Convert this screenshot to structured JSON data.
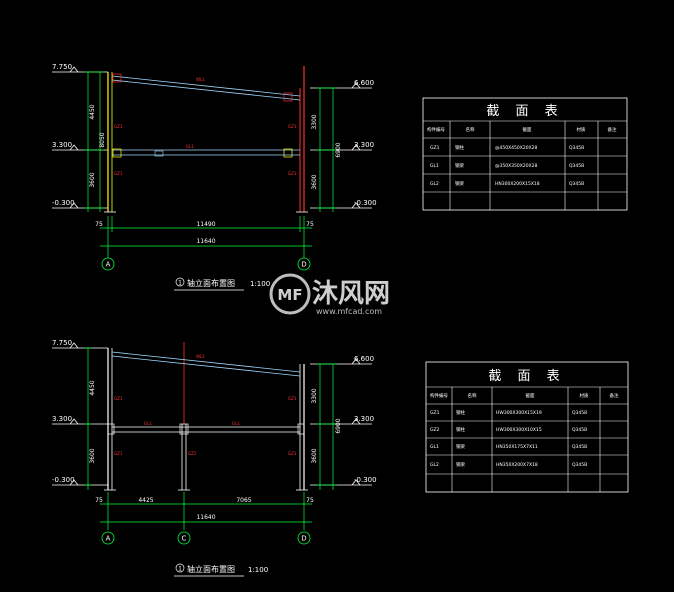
{
  "drawing1": {
    "elevations_left": [
      "7.750",
      "3.300",
      "-0.300"
    ],
    "elevations_right": [
      "6.600",
      "3.300",
      "-0.300"
    ],
    "left_dims": [
      "4450",
      "3600"
    ],
    "left_total": "8050",
    "right_dims": [
      "3300",
      "3600"
    ],
    "right_total": "6900",
    "bottom_edge_left": "75",
    "bottom_edge_right": "75",
    "bottom_span": "11490",
    "bottom_total": "11640",
    "axes": [
      "A",
      "D"
    ],
    "member_labels": {
      "beam_top": "WL1",
      "beam_mid": "GL1",
      "col_left_top": "GZ1",
      "col_left_bot": "GZ1",
      "col_right_top": "GZ1",
      "col_right_bot": "GZ1"
    },
    "caption_num": "1",
    "caption": "轴立面布置图",
    "scale": "1:100"
  },
  "drawing2": {
    "elevations_left": [
      "7.750",
      "3.300",
      "-0.300"
    ],
    "elevations_right": [
      "6.600",
      "3.300",
      "-0.300"
    ],
    "left_dims": [
      "4450",
      "3600"
    ],
    "right_dims": [
      "3300",
      "3600"
    ],
    "right_total": "6900",
    "bottom_edge_left": "75",
    "bottom_edge_right": "75",
    "bottom_spans": [
      "4425",
      "7065"
    ],
    "bottom_total": "11640",
    "axes": [
      "A",
      "C",
      "D"
    ],
    "member_labels": {
      "beam_top": "WL2",
      "beam_mid_left": "GL1",
      "beam_mid_right": "GL1",
      "col_left_top": "GZ1",
      "col_left_bot": "GZ1",
      "col_mid": "GZ2",
      "col_right_top": "GZ1",
      "col_right_bot": "GZ1"
    },
    "caption_num": "1",
    "caption": "轴立面布置图",
    "scale": "1:100"
  },
  "table1": {
    "title": "截 面 表",
    "headers": [
      "构件编号",
      "名称",
      "截面",
      "材质",
      "备注"
    ],
    "rows": [
      [
        "GZ1",
        "钢柱",
        "@450X450X20X28",
        "Q345B",
        ""
      ],
      [
        "GL1",
        "钢梁",
        "@350X350X20X28",
        "Q345B",
        ""
      ],
      [
        "GL2",
        "钢梁",
        "HN300X200X15X18",
        "Q345B",
        ""
      ],
      [
        "",
        "",
        "",
        "",
        ""
      ]
    ]
  },
  "table2": {
    "title": "截 面 表",
    "headers": [
      "构件编号",
      "名称",
      "截面",
      "材质",
      "备注"
    ],
    "rows": [
      [
        "GZ1",
        "钢柱",
        "HW300X300X15X19",
        "Q345B",
        ""
      ],
      [
        "GZ2",
        "钢柱",
        "HW300X300X10X15",
        "Q345B",
        ""
      ],
      [
        "GL1",
        "钢梁",
        "HN350X175X7X11",
        "Q345B",
        ""
      ],
      [
        "GL2",
        "钢梁",
        "HN350X200X7X18",
        "Q345B",
        ""
      ],
      [
        "",
        "",
        "",
        "",
        ""
      ]
    ]
  },
  "watermark": {
    "brand": "沐风网",
    "url": "www.mfcad.com",
    "logo_text": "MF"
  }
}
